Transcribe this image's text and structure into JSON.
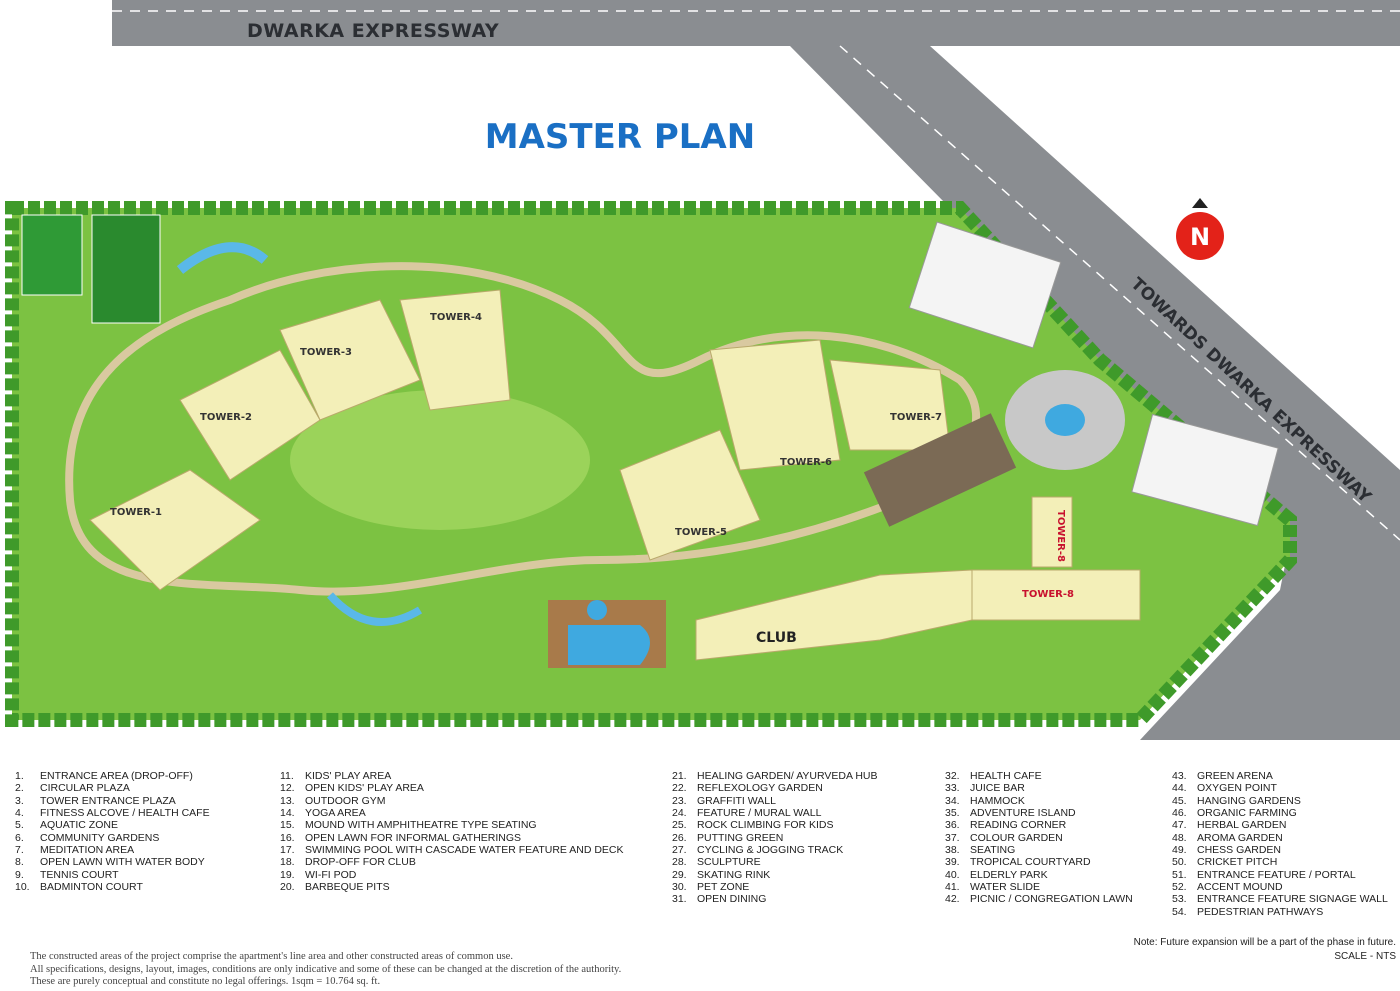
{
  "roads": {
    "top_label": "DWARKA EXPRESSWAY",
    "side_label": "TOWARDS DWARKA EXPRESSWAY",
    "road_color": "#8a8d91"
  },
  "title": "MASTER PLAN",
  "title_color": "#1a6fc4",
  "north": {
    "label": "N",
    "color": "#e32219"
  },
  "site": {
    "lawn_color": "#7cc242",
    "tree_color": "#3f9a2a",
    "building_color": "#f3efb8",
    "towers": [
      "TOWER-1",
      "TOWER-2",
      "TOWER-3",
      "TOWER-4",
      "TOWER-5",
      "TOWER-6",
      "TOWER-7",
      "TOWER-8",
      "TOWER-8"
    ],
    "club": "CLUB"
  },
  "legend": {
    "col1": [
      {
        "n": "1.",
        "t": "ENTRANCE AREA (DROP-OFF)"
      },
      {
        "n": "2.",
        "t": "CIRCULAR PLAZA"
      },
      {
        "n": "3.",
        "t": "TOWER ENTRANCE PLAZA"
      },
      {
        "n": "4.",
        "t": "FITNESS ALCOVE / HEALTH CAFE"
      },
      {
        "n": "5.",
        "t": "AQUATIC ZONE"
      },
      {
        "n": "6.",
        "t": "COMMUNITY GARDENS"
      },
      {
        "n": "7.",
        "t": "MEDITATION AREA"
      },
      {
        "n": "8.",
        "t": "OPEN LAWN WITH WATER BODY"
      },
      {
        "n": "9.",
        "t": "TENNIS COURT"
      },
      {
        "n": "10.",
        "t": "BADMINTON COURT"
      }
    ],
    "col2": [
      {
        "n": "11.",
        "t": "KIDS' PLAY AREA"
      },
      {
        "n": "12.",
        "t": "OPEN KIDS' PLAY AREA"
      },
      {
        "n": "13.",
        "t": "OUTDOOR GYM"
      },
      {
        "n": "14.",
        "t": "YOGA AREA"
      },
      {
        "n": "15.",
        "t": "MOUND WITH AMPHITHEATRE TYPE SEATING"
      },
      {
        "n": "16.",
        "t": "OPEN LAWN FOR INFORMAL GATHERINGS"
      },
      {
        "n": "17.",
        "t": "SWIMMING POOL WITH CASCADE WATER FEATURE AND DECK"
      },
      {
        "n": "18.",
        "t": "DROP-OFF FOR CLUB"
      },
      {
        "n": "19.",
        "t": "WI-FI POD"
      },
      {
        "n": "20.",
        "t": "BARBEQUE PITS"
      }
    ],
    "col3": [
      {
        "n": "21.",
        "t": "HEALING GARDEN/ AYURVEDA HUB"
      },
      {
        "n": "22.",
        "t": "REFLEXOLOGY GARDEN"
      },
      {
        "n": "23.",
        "t": "GRAFFITI WALL"
      },
      {
        "n": "24.",
        "t": "FEATURE / MURAL WALL"
      },
      {
        "n": "25.",
        "t": "ROCK CLIMBING FOR KIDS"
      },
      {
        "n": "26.",
        "t": "PUTTING GREEN"
      },
      {
        "n": "27.",
        "t": "CYCLING & JOGGING TRACK"
      },
      {
        "n": "28.",
        "t": "SCULPTURE"
      },
      {
        "n": "29.",
        "t": "SKATING RINK"
      },
      {
        "n": "30.",
        "t": "PET ZONE"
      },
      {
        "n": "31.",
        "t": "OPEN DINING"
      }
    ],
    "col4": [
      {
        "n": "32.",
        "t": "HEALTH CAFE"
      },
      {
        "n": "33.",
        "t": "JUICE BAR"
      },
      {
        "n": "34.",
        "t": "HAMMOCK"
      },
      {
        "n": "35.",
        "t": "ADVENTURE ISLAND"
      },
      {
        "n": "36.",
        "t": "READING CORNER"
      },
      {
        "n": "37.",
        "t": "COLOUR GARDEN"
      },
      {
        "n": "38.",
        "t": "SEATING"
      },
      {
        "n": "39.",
        "t": "TROPICAL COURTYARD"
      },
      {
        "n": "40.",
        "t": "ELDERLY PARK"
      },
      {
        "n": "41.",
        "t": "WATER SLIDE"
      },
      {
        "n": "42.",
        "t": "PICNIC / CONGREGATION LAWN"
      }
    ],
    "col5": [
      {
        "n": "43.",
        "t": "GREEN ARENA"
      },
      {
        "n": "44.",
        "t": "OXYGEN POINT"
      },
      {
        "n": "45.",
        "t": "HANGING GARDENS"
      },
      {
        "n": "46.",
        "t": "ORGANIC FARMING"
      },
      {
        "n": "47.",
        "t": "HERBAL GARDEN"
      },
      {
        "n": "48.",
        "t": "AROMA GARDEN"
      },
      {
        "n": "49.",
        "t": "CHESS GARDEN"
      },
      {
        "n": "50.",
        "t": "CRICKET PITCH"
      },
      {
        "n": "51.",
        "t": "ENTRANCE FEATURE / PORTAL"
      },
      {
        "n": "52.",
        "t": "ACCENT MOUND"
      },
      {
        "n": "53.",
        "t": "ENTRANCE FEATURE SIGNAGE WALL"
      },
      {
        "n": "54.",
        "t": "PEDESTRIAN PATHWAYS"
      }
    ]
  },
  "note": "Note: Future expansion will be a part of the phase in future.",
  "scale": "SCALE - NTS",
  "disclaimer": [
    "The constructed areas of the project comprise the apartment's line area and other constructed areas of common use.",
    "All specifications, designs, layout, images, conditions are only indicative and some of these can be changed at the discretion of the authority.",
    "These are purely conceptual and constitute no legal offerings. 1sqm = 10.764 sq. ft."
  ]
}
